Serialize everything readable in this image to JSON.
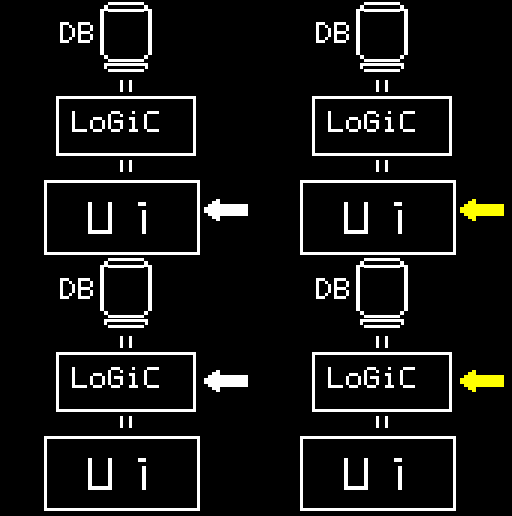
{
  "colors": {
    "background": "#000000",
    "foreground": "#ffffff",
    "arrow_white": "#ffffff",
    "arrow_yellow": "#ffff00"
  },
  "labels": {
    "db": "DB",
    "logic": "LoGiC",
    "ui": "Ui"
  },
  "stacks": [
    {
      "id": "top-left",
      "db_label": "DB",
      "logic_label": "LoGiC",
      "ui_label": "Ui"
    },
    {
      "id": "top-right",
      "db_label": "DB",
      "logic_label": "LoGiC",
      "ui_label": "Ui"
    },
    {
      "id": "bottom-left",
      "db_label": "DB",
      "logic_label": "LoGiC",
      "ui_label": "Ui"
    },
    {
      "id": "bottom-right",
      "db_label": "DB",
      "logic_label": "LoGiC",
      "ui_label": "Ui"
    }
  ],
  "arrows": [
    {
      "id": "arrow-ui-top-left",
      "color": "#ffffff",
      "icon": "left-arrow-icon"
    },
    {
      "id": "arrow-ui-top-right",
      "color": "#ffff00",
      "icon": "left-arrow-icon"
    },
    {
      "id": "arrow-logic-bottom-left",
      "color": "#ffffff",
      "icon": "left-arrow-icon"
    },
    {
      "id": "arrow-logic-bottom-right",
      "color": "#ffff00",
      "icon": "left-arrow-icon"
    }
  ]
}
